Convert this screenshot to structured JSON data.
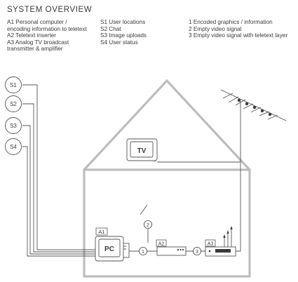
{
  "title": "SYSTEM OVERVIEW",
  "legend_a": [
    "A1 Personal computer /",
    "encoding information to teletext",
    "A2 Teletext inserter",
    "A3 Analog TV broadcast",
    "transmitter & amplifier"
  ],
  "legend_s": [
    "S1 User locations",
    "S2 Chat",
    "S3 Image uploads",
    "S4 User status"
  ],
  "legend_n": [
    "1 Encoded graphics / information",
    "2 Empty video signal",
    "3 Empty video signal with teletext layer"
  ],
  "sources": [
    "S1",
    "S2",
    "S3",
    "S4"
  ],
  "tv_label": "TV",
  "pc_label": "PC",
  "a1_label": "A1",
  "a2_label": "A2",
  "a3_label": "A3",
  "signal_labels": {
    "one": "1",
    "two": "2",
    "three": "3"
  }
}
